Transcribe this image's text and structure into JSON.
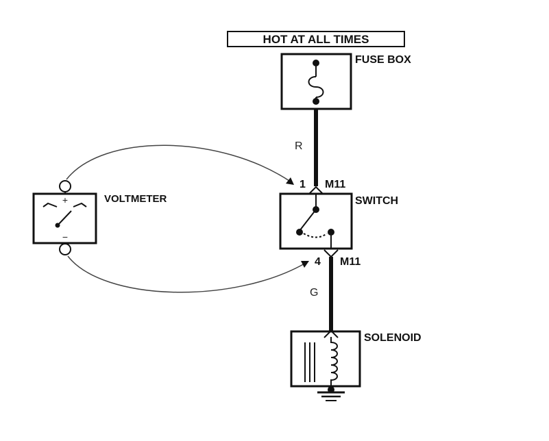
{
  "labels": {
    "hot_at_all_times": "HOT AT ALL TIMES",
    "fuse_box": "FUSE BOX",
    "switch": "SWITCH",
    "voltmeter": "VOLTMETER",
    "solenoid": "SOLENOID",
    "wire_top_color": "R",
    "wire_bottom_color": "G",
    "connector_top": "M11",
    "connector_bottom": "M11",
    "pin_top": "1",
    "pin_bottom": "4",
    "meter_plus": "+",
    "meter_minus": "−"
  },
  "colors": {
    "ink": "#111111",
    "background": "#ffffff"
  }
}
